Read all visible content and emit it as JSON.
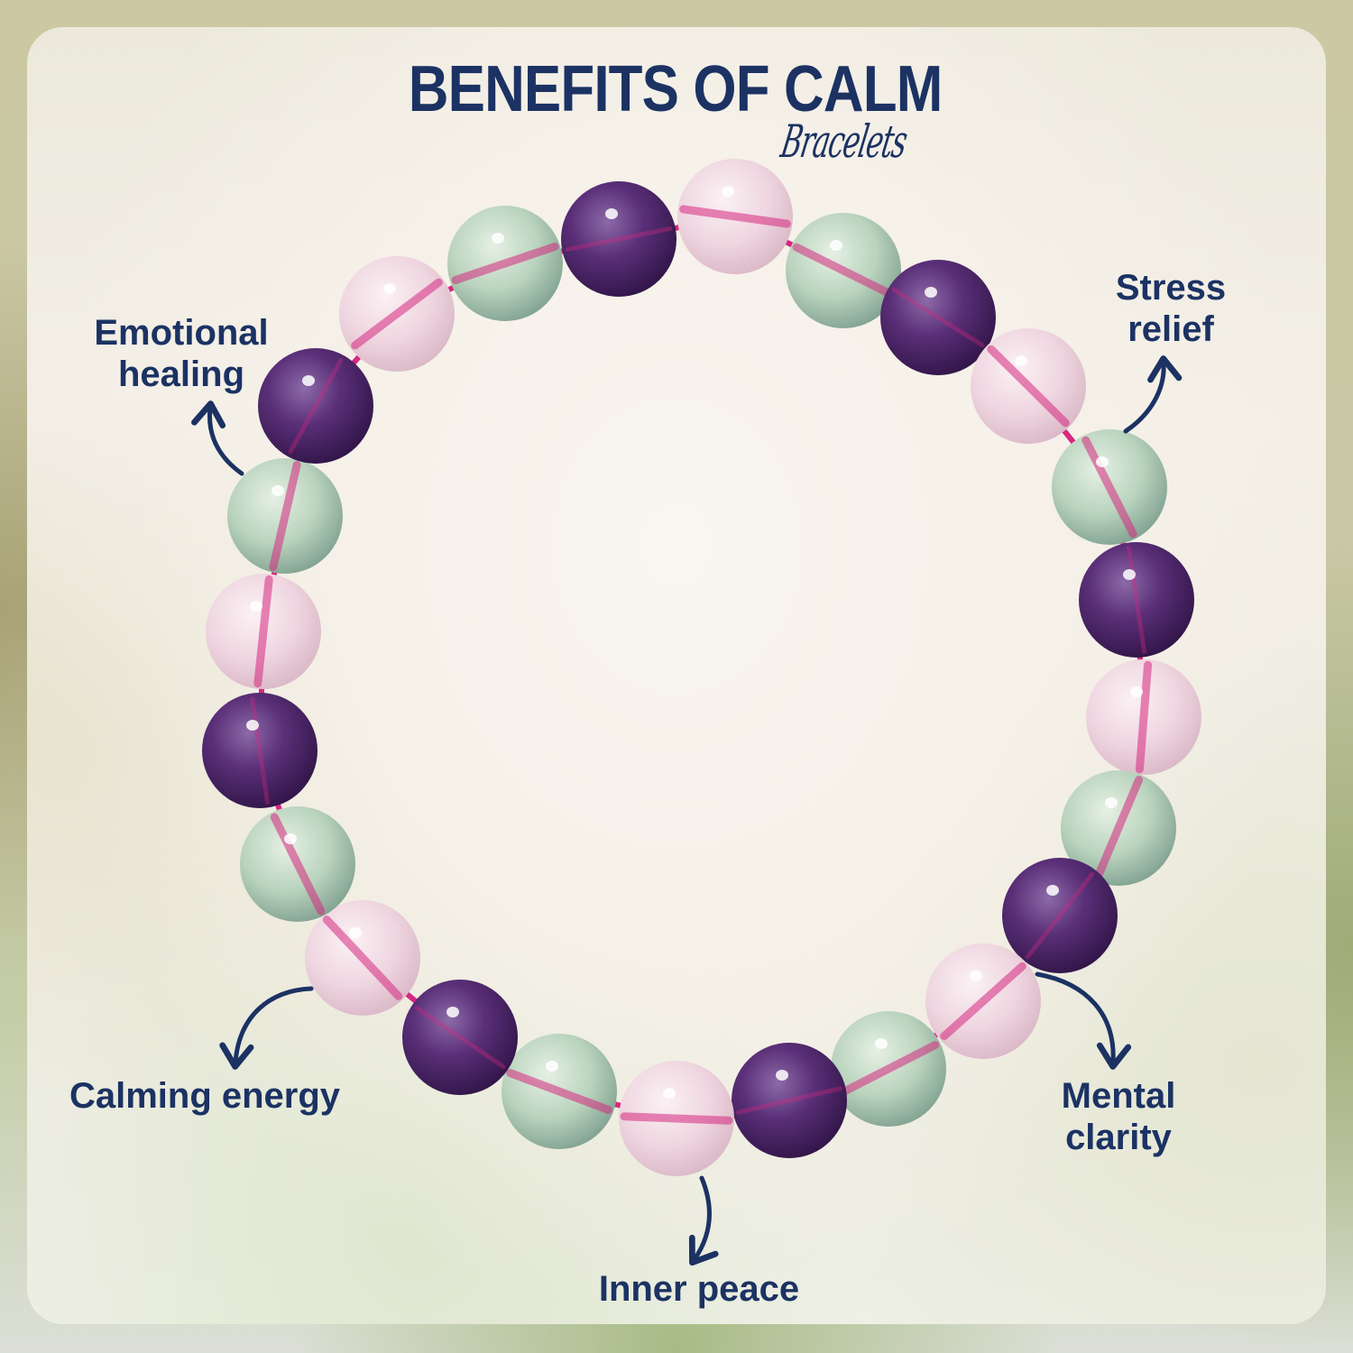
{
  "header": {
    "title": "BENEFITS OF CALM",
    "subtitle": "Bracelets"
  },
  "benefits": [
    {
      "id": "emotional-healing",
      "label_line1": "Emotional",
      "label_line2": "healing",
      "arrow_direction": "up"
    },
    {
      "id": "stress-relief",
      "label_line1": "Stress",
      "label_line2": "relief",
      "arrow_direction": "up"
    },
    {
      "id": "calming-energy",
      "label_line1": "Calming energy",
      "label_line2": "",
      "arrow_direction": "down"
    },
    {
      "id": "mental-clarity",
      "label_line1": "Mental",
      "label_line2": "clarity",
      "arrow_direction": "down"
    },
    {
      "id": "inner-peace",
      "label_line1": "Inner peace",
      "label_line2": "",
      "arrow_direction": "down"
    }
  ],
  "product": {
    "name": "Calm bracelet",
    "bead_pattern": [
      "rose-quartz",
      "fluorite",
      "amethyst"
    ],
    "bead_count": 24
  },
  "colors": {
    "text": "#1b3263",
    "amethyst": "#5a2f78",
    "rose_quartz": "#ecd3dc",
    "fluorite": "#b9d3bd",
    "string": "#d6287f"
  }
}
